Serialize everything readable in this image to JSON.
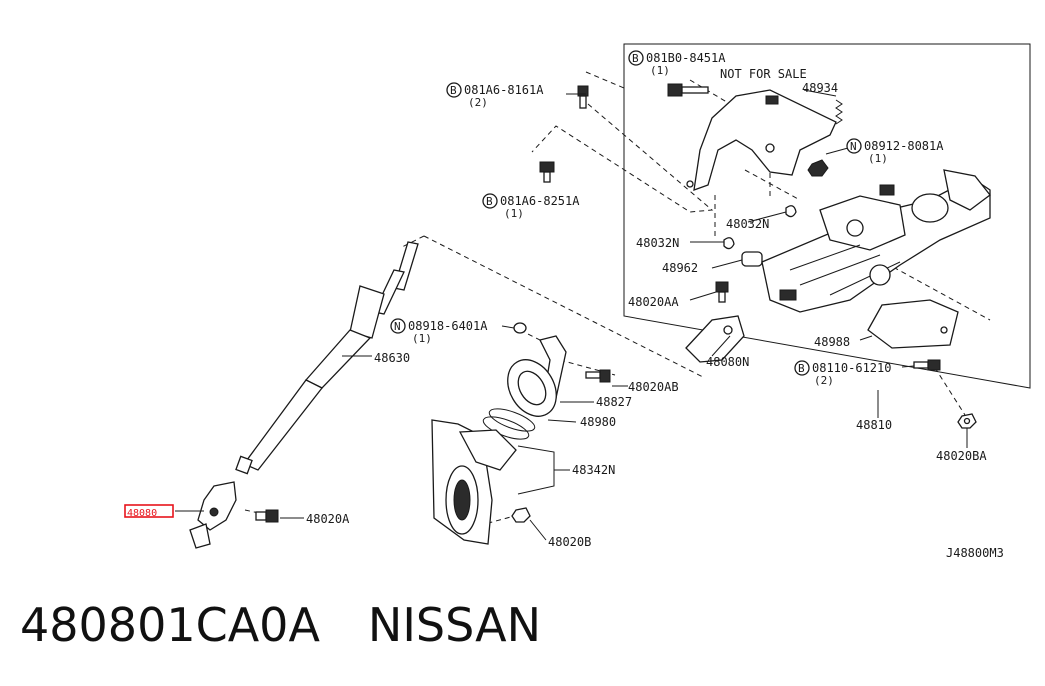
{
  "diagram": {
    "labels": {
      "bolt_081B0_8451A": "081B0-8451A",
      "bolt_081B0_8451A_qty": "(1)",
      "bolt_081A6_8161A": "081A6-8161A",
      "bolt_081A6_8161A_qty": "(2)",
      "bolt_081A6_8251A": "081A6-8251A",
      "bolt_081A6_8251A_qty": "(1)",
      "not_for_sale": "NOT FOR SALE",
      "p48934": "48934",
      "nut_08912_8081A": "08912-8081A",
      "nut_08912_8081A_qty": "(1)",
      "p48032N_upper": "48032N",
      "p48032N_left": "48032N",
      "p48962": "48962",
      "p48020AA": "48020AA",
      "p48080N": "48080N",
      "p48988": "48988",
      "bolt_08110_61210": "08110-61210",
      "bolt_08110_61210_qty": "(2)",
      "p48810": "48810",
      "p48020BA": "48020BA",
      "nut_08918_6401A": "08918-6401A",
      "nut_08918_6401A_qty": "(1)",
      "p48630": "48630",
      "p48020AB": "48020AB",
      "p48827": "48827",
      "p48980": "48980",
      "p48342N": "48342N",
      "p48080_highlight": "48080",
      "p48020A": "48020A",
      "p48020B": "48020B",
      "diagram_code": "J48800M3"
    },
    "badges": {
      "B": "B",
      "N": "N"
    },
    "highlight_color": "#e8141c"
  },
  "caption": {
    "part_number": "480801CA0A",
    "brand": "NISSAN"
  }
}
